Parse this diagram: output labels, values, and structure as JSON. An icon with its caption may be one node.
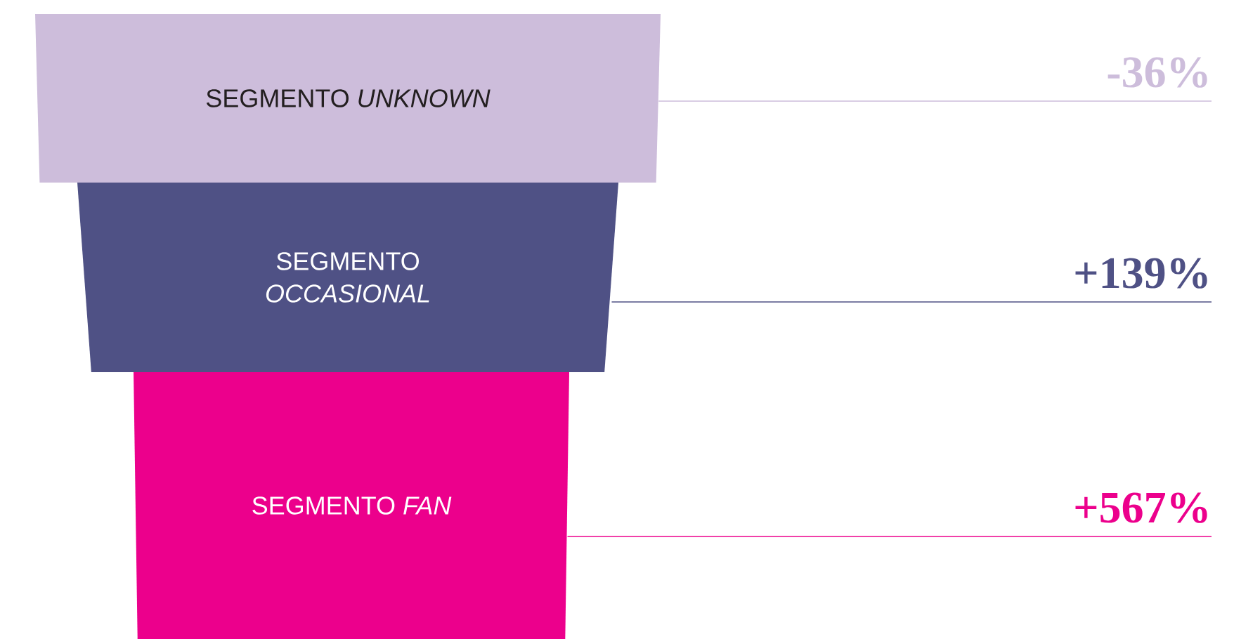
{
  "diagram": {
    "nodes": [
      {
        "text": [
          "SEGMENTO *UNKNOWN*"
        ]
      },
      {
        "text": [
          "SEGMENTO *OCCASIONAL*"
        ]
      },
      {
        "text": [
          "SEGMENTO *FAN*"
        ]
      },
      {
        "text": [
          "-36%"
        ]
      },
      {
        "text": [
          "+139%"
        ]
      },
      {
        "text": [
          "+567%"
        ]
      }
    ],
    "edges": [
      {
        "from": 0,
        "to": 3,
        "arrow": "none",
        "color": "#cdbddb"
      },
      {
        "from": 1,
        "to": 4,
        "arrow": "none",
        "color": "#4f5185"
      },
      {
        "from": 2,
        "to": 5,
        "arrow": "none",
        "color": "#ec008c"
      }
    ]
  }
}
